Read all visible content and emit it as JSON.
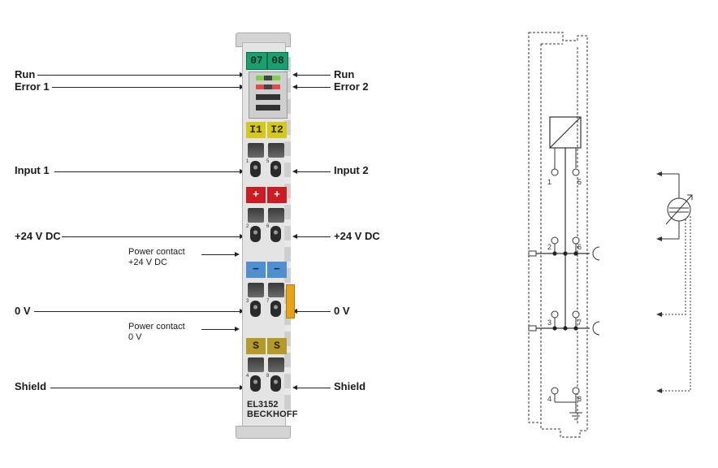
{
  "left_labels": {
    "run": "Run",
    "error1": "Error 1",
    "input1": "Input 1",
    "v24": "+24 V DC",
    "power24_line1": "Power contact",
    "power24_line2": "+24 V DC",
    "ov": "0 V",
    "power0_line1": "Power contact",
    "power0_line2": "0 V",
    "shield": "Shield"
  },
  "right_labels": {
    "run": "Run",
    "error2": "Error 2",
    "input2": "Input 2",
    "v24": "+24 V DC",
    "ov": "0 V",
    "shield": "Shield"
  },
  "terminal": {
    "channel_tags": [
      "07",
      "08"
    ],
    "input_tags": [
      "I1",
      "I2"
    ],
    "plus_tags": [
      "+",
      "+"
    ],
    "minus_tags": [
      "−",
      "−"
    ],
    "shield_tags": [
      "S",
      "S"
    ],
    "model": "EL3152",
    "brand": "BECKHOFF",
    "terminal_numbers": [
      "1",
      "5",
      "2",
      "6",
      "3",
      "7",
      "4",
      "8"
    ],
    "colors": {
      "green": "#1aa070",
      "yellow": "#d6c81a",
      "red": "#cc1b22",
      "blue": "#4f8fcf",
      "olive": "#b49a2a",
      "orange": "#e8a21a",
      "body": "#e4e4e4"
    }
  },
  "schematic": {
    "terminal_numbers": [
      "1",
      "5",
      "2",
      "6",
      "3",
      "7",
      "4",
      "8"
    ],
    "ground_icon": "ground-icon",
    "sensor_icon": "current-sensor-icon"
  }
}
